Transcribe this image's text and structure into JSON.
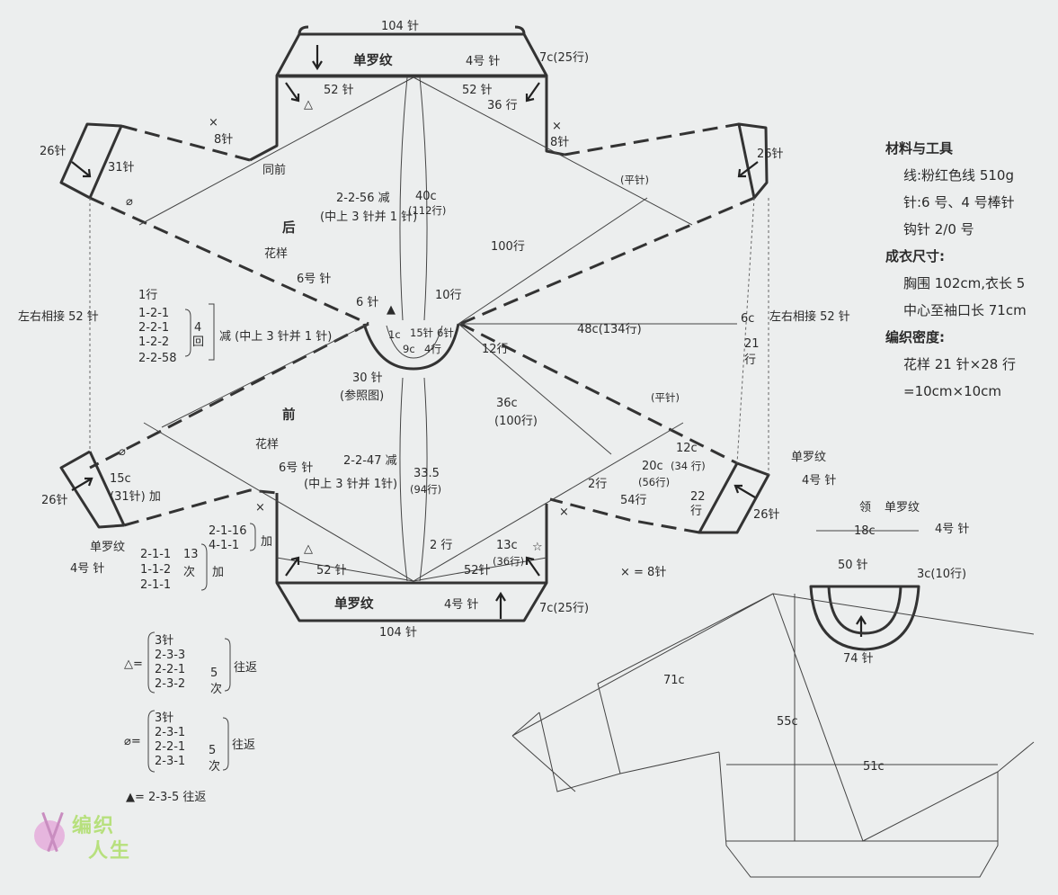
{
  "labels": {
    "top_104": "104 针",
    "top_rib": "单罗纹",
    "top_needle4": "4号 针",
    "top_7c": "7c(25行)",
    "top_52_left": "52 针",
    "top_52_right": "52 针",
    "top_36row": "36 行",
    "x_8_left": "8针",
    "x_8_right": "8针",
    "same_front": "同前",
    "stitch_26_tl": "26针",
    "stitch_31_tl": "31针",
    "back_dec": "2-2-56 减",
    "back_dec_note": "(中上 3 针并 1 针)",
    "back_40c": "40c",
    "back_112": "(112行)",
    "back_title": "后",
    "pattern_back": "花样",
    "needle6_back": "6号 针",
    "plain_right_top": "(平针)",
    "stitch_26_tr": "26针",
    "row_100": "100行",
    "left_join": "左右相接 52 针",
    "right_join": "左右相接 52 针",
    "neck_1row": "1行",
    "neck_seq1": "1-2-1",
    "neck_seq2": "2-2-1",
    "neck_seq3": "1-2-2",
    "neck_seq4": "2-2-58",
    "neck_4": "4",
    "neck_hui": "回",
    "neck_dec": "减 (中上 3 针并 1 针)",
    "stitch_6": "6 针",
    "row_10": "10行",
    "neck_1c": "1c",
    "neck_15": "15针",
    "neck_6": "6针",
    "neck_9c": "9c",
    "neck_4row": "4行",
    "row_12": "12行",
    "width_48": "48c(134行)",
    "right_6c": "6c",
    "right_21": "21",
    "right_row": "行",
    "neck_30": "30 针",
    "see_diagram": "(参照图)",
    "front_title": "前",
    "front_36c": "36c",
    "front_100": "(100行)",
    "plain_right_bottom": "(平针)",
    "pattern_front": "花样",
    "needle6_front": "6号 针",
    "front_dec": "2-2-47 减",
    "front_dec_note": "(中上 3 针并 1针)",
    "front_33": "33.5",
    "front_94": "(94行)",
    "stitch_26_bl": "26针",
    "bl_15c": "15c",
    "bl_31": "(31针) 加",
    "rib_bl": "单罗纹",
    "needle4_bl": "4号 针",
    "inc_a1": "2-1-16",
    "inc_a2": "4-1-1",
    "inc_a3": "加",
    "inc_b1": "2-1-1",
    "inc_b2": "1-1-2",
    "inc_b3": "2-1-1",
    "inc_b_13": "13",
    "inc_b_ci": "次",
    "inc_b_add": "加",
    "row_2_a": "2行",
    "row_2_b": "2 行",
    "row_54": "54行",
    "row_22": "22",
    "row_22b": "行",
    "br_20c": "20c",
    "br_56": "(56行)",
    "br_12c": "12c",
    "br_34": "(34 行)",
    "rib_br": "单罗纹",
    "needle4_br": "4号 针",
    "stitch_26_br": "26针",
    "bottom_52_left": "52 针",
    "bottom_52_right": "52针",
    "bottom_13c": "13c",
    "bottom_36": "(36行)",
    "x_eq": "× = 8针",
    "bottom_rib": "单罗纹",
    "bottom_needle4": "4号 针",
    "bottom_7c": "7c(25行)",
    "bottom_104": "104 针",
    "collar_title": "领",
    "collar_rib": "单罗纹",
    "collar_18c": "18c",
    "collar_needle4": "4号 针",
    "collar_50": "50 针",
    "collar_3c": "3c(10行)",
    "collar_74": "74 针",
    "sch_71c": "71c",
    "sch_55c": "55c",
    "sch_51c": "51c"
  },
  "legend": {
    "tri_sym": "△=",
    "tri_1": "3针",
    "tri_2": "2-3-3",
    "tri_3": "2-2-1",
    "tri_4": "2-3-2",
    "tri_5": "5",
    "tri_ci": "次",
    "tri_back": "往返",
    "phi_sym": "⌀=",
    "phi_1": "3针",
    "phi_2": "2-3-1",
    "phi_3": "2-2-1",
    "phi_4": "2-3-1",
    "phi_5": "5",
    "phi_ci": "次",
    "phi_back": "往返",
    "solid_tri": "▲= 2-3-5 往返"
  },
  "materials": {
    "title": "材料与工具",
    "yarn": "线:粉红色线 510g",
    "needles": "针:6 号、4 号棒针",
    "hook": "钩针 2/0 号",
    "size_title": "成衣尺寸:",
    "chest": "胸围 102cm,衣长 5",
    "sleeve": "中心至袖口长 71cm",
    "gauge_title": "编织密度:",
    "gauge": "花样 21 针×28 行",
    "gauge2": "=10cm×10cm"
  },
  "logo": {
    "word1": "编织",
    "word2": "人生"
  }
}
